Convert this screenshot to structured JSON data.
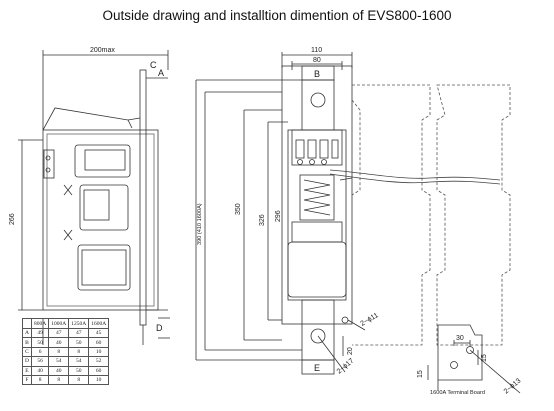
{
  "title": "Outside drawing and installtion dimention of EVS800-1600",
  "side_view": {
    "width_dim": "200max",
    "height_dim": "266",
    "label_c": "C",
    "label_a": "A",
    "label_d": "D"
  },
  "front_view": {
    "dim_110": "110",
    "dim_80": "80",
    "label_b": "B",
    "label_e": "E",
    "dim_390": "390 (410  1600A)",
    "dim_350": "350",
    "dim_326": "326",
    "dim_296": "296",
    "dim_hole_2x11": "2~ϕ11",
    "dim_hole_2x17": "2~ϕ17",
    "dim_20": "20"
  },
  "terminal_board": {
    "caption": "1600A Terminal Board",
    "dim_30": "30",
    "dim_15_right": "15",
    "dim_15_left": "15",
    "dim_hole_2x13": "2~ϕ13"
  },
  "spec_table": {
    "headers": [
      "",
      "800A",
      "1000A",
      "1250A",
      "1600A"
    ],
    "rows": [
      [
        "A",
        "49",
        "47",
        "47",
        "45"
      ],
      [
        "B",
        "50",
        "40",
        "50",
        "60"
      ],
      [
        "C",
        "6",
        "8",
        "8",
        "10"
      ],
      [
        "D",
        "56",
        "54",
        "54",
        "52"
      ],
      [
        "E",
        "40",
        "40",
        "50",
        "60"
      ],
      [
        "F",
        "8",
        "8",
        "8",
        "10"
      ]
    ]
  }
}
